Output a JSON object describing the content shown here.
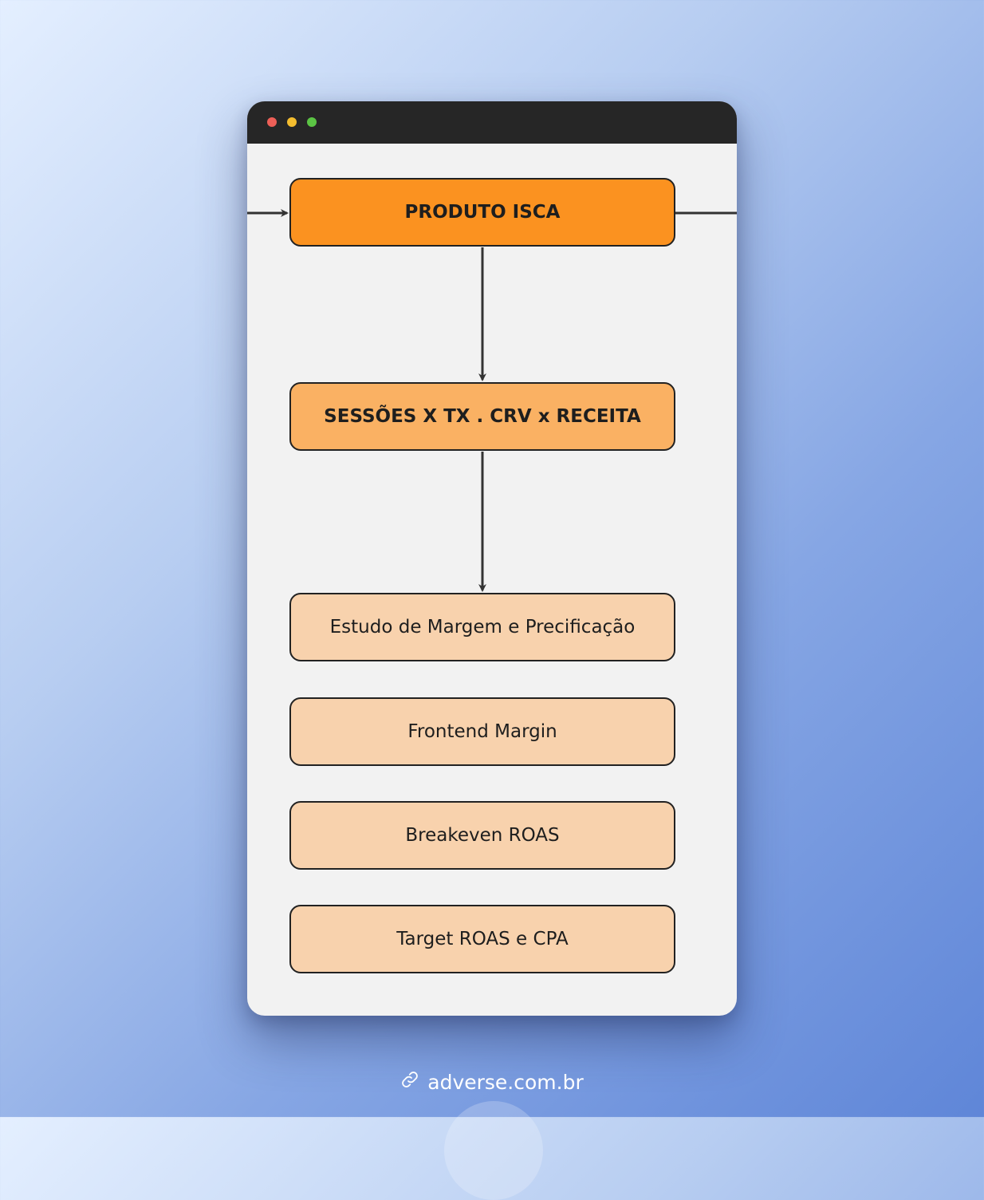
{
  "window": {
    "controls": [
      {
        "name": "close-dot",
        "color": "#ed5f57"
      },
      {
        "name": "minimize-dot",
        "color": "#f4bd2f"
      },
      {
        "name": "maximize-dot",
        "color": "#5bc444"
      }
    ]
  },
  "diagram": {
    "nodes": [
      {
        "id": "produto-isca",
        "label": "PRODUTO ISCA",
        "fill": "#fb9220",
        "bold": true
      },
      {
        "id": "sessoes",
        "label": "SESSÕES X TX . CRV x RECEITA",
        "fill": "#fab163",
        "bold": true
      },
      {
        "id": "estudo-margem",
        "label": "Estudo de Margem e Precificação",
        "fill": "#f8d2ad",
        "bold": false
      },
      {
        "id": "frontend-margin",
        "label": "Frontend Margin",
        "fill": "#f8d2ad",
        "bold": false
      },
      {
        "id": "breakeven-roas",
        "label": "Breakeven ROAS",
        "fill": "#f8d2ad",
        "bold": false
      },
      {
        "id": "target-roas",
        "label": "Target ROAS e CPA",
        "fill": "#f8d2ad",
        "bold": false
      }
    ],
    "edges": [
      {
        "from": "external-left",
        "to": "produto-isca"
      },
      {
        "from": "produto-isca",
        "to": "external-right"
      },
      {
        "from": "produto-isca",
        "to": "sessoes"
      },
      {
        "from": "sessoes",
        "to": "estudo-margem"
      }
    ],
    "line_color": "#333333"
  },
  "footer": {
    "link_text": "adverse.com.br",
    "icon": "link-icon"
  }
}
